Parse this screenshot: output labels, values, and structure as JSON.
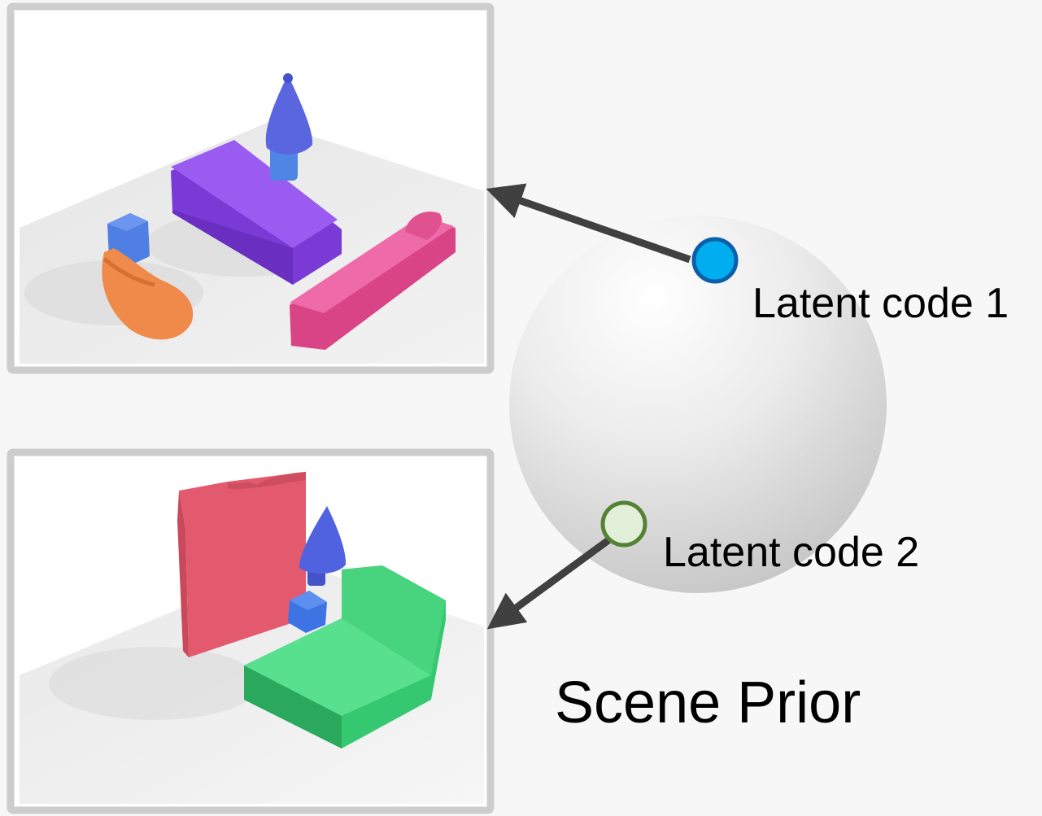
{
  "diagram": {
    "title": "Scene Prior",
    "latent_codes": [
      {
        "label": "Latent code 1",
        "color": "#00aeef",
        "border": "#0b5ea8"
      },
      {
        "label": "Latent code 2",
        "color": "#e2efd9",
        "border": "#548235"
      }
    ],
    "colors": {
      "frame": "#cdcdcd",
      "arrow": "#404040",
      "background": "#f7f7f7"
    },
    "scenes": [
      {
        "objects": [
          {
            "kind": "bed",
            "color": "#8a48e6"
          },
          {
            "kind": "lamp",
            "color": "#5567e0"
          },
          {
            "kind": "box",
            "color": "#4f7fe3"
          },
          {
            "kind": "chair",
            "color": "#f08a4b"
          },
          {
            "kind": "sofa",
            "color": "#e8579a"
          }
        ]
      },
      {
        "objects": [
          {
            "kind": "wardrobe",
            "color": "#e35a6e"
          },
          {
            "kind": "lamp",
            "color": "#5162e0"
          },
          {
            "kind": "box",
            "color": "#3e73e3"
          },
          {
            "kind": "sofa",
            "color": "#45d77f"
          }
        ]
      }
    ]
  }
}
